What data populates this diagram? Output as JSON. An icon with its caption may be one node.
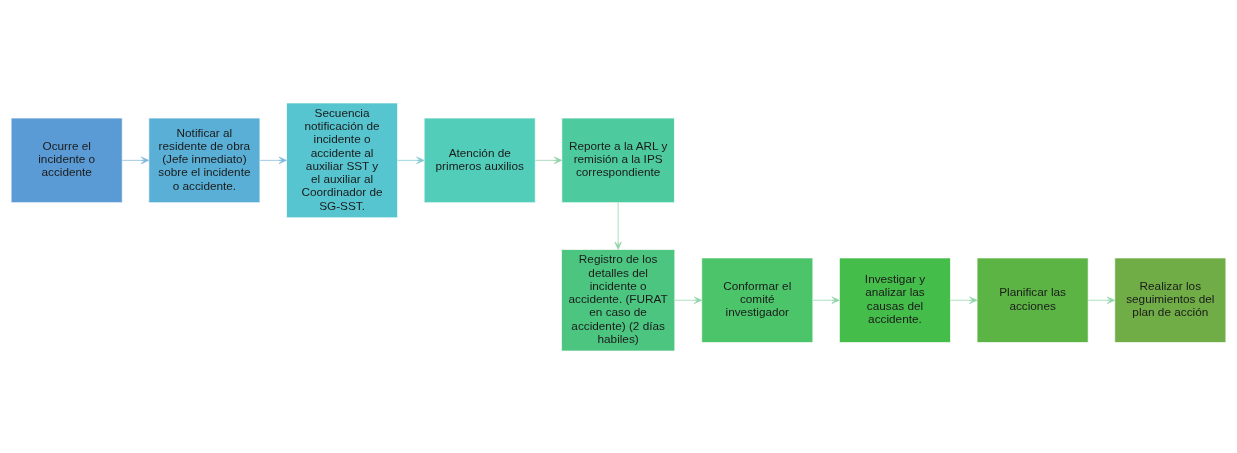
{
  "diagram": {
    "nodes": [
      {
        "text": [
          "Ocurre el incidente o accidente"
        ]
      },
      {
        "text": [
          "Notificar al residente de obra (Jefe inmediato) sobre el incidente o accidente."
        ]
      },
      {
        "text": [
          "Secuencia notificación de incidente o accidente al auxiliar SST y el auxiliar al Coordinador de SG-SST."
        ]
      },
      {
        "text": [
          "Atención de primeros auxilios"
        ]
      },
      {
        "text": [
          "Reporte a la ARL y remisión a la IPS correspondiente"
        ]
      },
      {
        "text": [
          "Registro de los detalles del incidente o accidente. (FURAT en caso de accidente) (2 días habiles)"
        ]
      },
      {
        "text": [
          "Conformar el comité investigador"
        ]
      },
      {
        "text": [
          "Investigar y analizar las causas del accidente."
        ]
      },
      {
        "text": [
          "Planificar las acciones"
        ]
      },
      {
        "text": [
          "Realizar los seguimientos del plan de acción"
        ]
      }
    ],
    "edges": [
      {
        "from": 0,
        "to": 1,
        "arrow": "to",
        "color": "#7fb8dc"
      },
      {
        "from": 1,
        "to": 2,
        "arrow": "to",
        "color": "#7fb8dc"
      },
      {
        "from": 2,
        "to": 3,
        "arrow": "to",
        "color": "#7fc8d0"
      },
      {
        "from": 3,
        "to": 4,
        "arrow": "to"
      },
      {
        "from": 4,
        "to": 5,
        "arrow": "to"
      },
      {
        "from": 5,
        "to": 6,
        "arrow": "to"
      },
      {
        "from": 6,
        "to": 7,
        "arrow": "to"
      },
      {
        "from": 7,
        "to": 8,
        "arrow": "to"
      },
      {
        "from": 8,
        "to": 9,
        "arrow": "to"
      }
    ]
  }
}
